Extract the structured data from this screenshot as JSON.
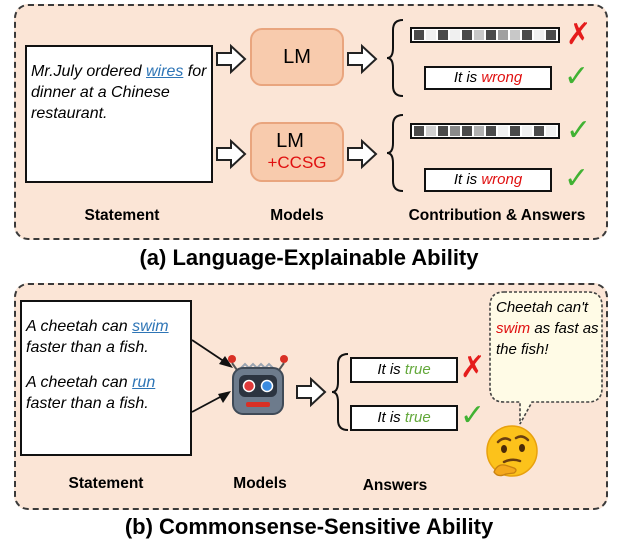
{
  "panel_a": {
    "statement_parts": [
      "Mr.July ordered ",
      "wires",
      " for dinner at a Chinese restaurant."
    ],
    "model1_label": "LM",
    "model2_label": "LM",
    "model2_sub": "+CCSG",
    "answer_prefix": "It is ",
    "answer_word": "wrong",
    "col_statement": "Statement",
    "col_models": "Models",
    "col_contrib": "Contribution & Answers",
    "caption": "(a) Language-Explainable Ability",
    "bar1_shades": [
      "#4a4a4a",
      "#f0f0f0",
      "#4a4a4a",
      "#f0f0f0",
      "#4a4a4a",
      "#c8c8c8",
      "#4a4a4a",
      "#a0a0a0",
      "#c8c8c8",
      "#4a4a4a",
      "#f0f0f0",
      "#4a4a4a"
    ],
    "bar2_shades": [
      "#4a4a4a",
      "#d0d0d0",
      "#4a4a4a",
      "#8a8a8a",
      "#4a4a4a",
      "#b0b0b0",
      "#4a4a4a",
      "#f0f0f0",
      "#4a4a4a",
      "#f0f0f0",
      "#4a4a4a",
      "#f0f0f0"
    ]
  },
  "panel_b": {
    "stmt1_parts": [
      "A cheetah can ",
      "swim",
      " faster than a fish."
    ],
    "stmt2_parts": [
      "A cheetah can ",
      "run",
      " faster than a fish."
    ],
    "answer_prefix": "It is ",
    "answer_word": "true",
    "bubble_parts": [
      "Cheetah can't ",
      "swim",
      " as fast as the fish!"
    ],
    "col_statement": "Statement",
    "col_models": "Models",
    "col_answers": "Answers",
    "caption": "(b) Commonsense-Sensitive Ability"
  },
  "marks": {
    "cross": "✗",
    "check": "✓"
  },
  "colors": {
    "panel_bg": "#fbe5d6",
    "lm_fill": "#f8cbad",
    "red": "#e01010",
    "green": "#63a83a",
    "blue": "#2e75b6"
  }
}
